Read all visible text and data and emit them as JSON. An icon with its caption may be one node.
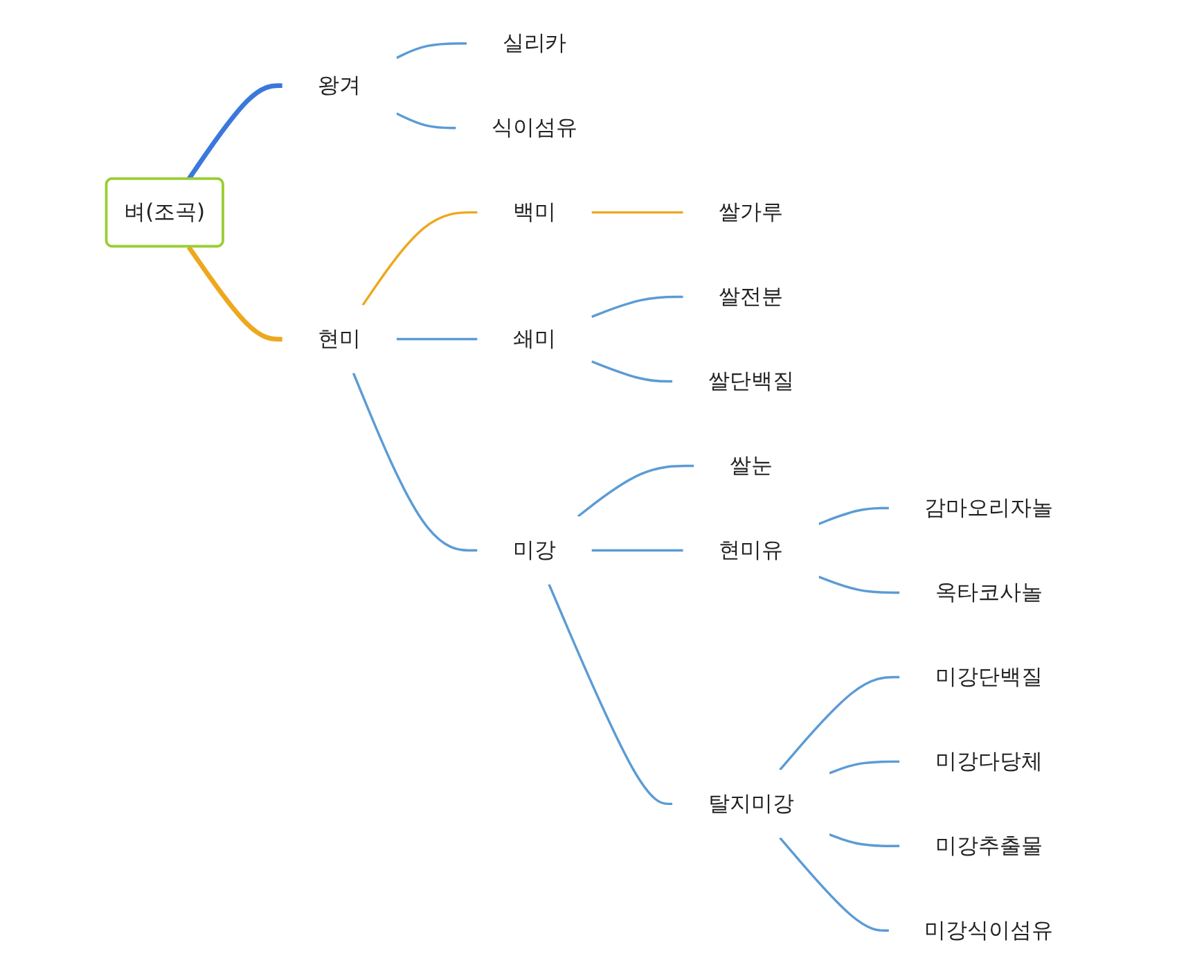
{
  "diagram": {
    "nodes": [
      {
        "text": [
          "벼(조곡)"
        ]
      },
      {
        "text": [
          "왕겨"
        ]
      },
      {
        "text": [
          "실리카"
        ]
      },
      {
        "text": [
          "식이섬유"
        ]
      },
      {
        "text": [
          "현미"
        ]
      },
      {
        "text": [
          "백미"
        ]
      },
      {
        "text": [
          "쌀가루"
        ]
      },
      {
        "text": [
          "쇄미"
        ]
      },
      {
        "text": [
          "쌀전분"
        ]
      },
      {
        "text": [
          "쌀단백질"
        ]
      },
      {
        "text": [
          "미강"
        ]
      },
      {
        "text": [
          "쌀눈"
        ]
      },
      {
        "text": [
          "현미유"
        ]
      },
      {
        "text": [
          "감마오리자놀"
        ]
      },
      {
        "text": [
          "옥타코사놀"
        ]
      },
      {
        "text": [
          "탈지미강"
        ]
      },
      {
        "text": [
          "미강단백질"
        ]
      },
      {
        "text": [
          "미강다당체"
        ]
      },
      {
        "text": [
          "미강추출물"
        ]
      },
      {
        "text": [
          "미강식이섬유"
        ]
      }
    ],
    "edges": [
      {
        "from": 0,
        "to": 1,
        "arrow": "none",
        "style": "thick",
        "color": "#3a78dc"
      },
      {
        "from": 1,
        "to": 2,
        "arrow": "none"
      },
      {
        "from": 1,
        "to": 3,
        "arrow": "none"
      },
      {
        "from": 0,
        "to": 4,
        "arrow": "none",
        "style": "thick",
        "color": "#eda81e"
      },
      {
        "from": 4,
        "to": 5,
        "arrow": "none",
        "color": "#eda81e"
      },
      {
        "from": 5,
        "to": 6,
        "arrow": "none",
        "color": "#eda81e"
      },
      {
        "from": 4,
        "to": 7,
        "arrow": "none"
      },
      {
        "from": 7,
        "to": 8,
        "arrow": "none"
      },
      {
        "from": 7,
        "to": 9,
        "arrow": "none"
      },
      {
        "from": 4,
        "to": 10,
        "arrow": "none"
      },
      {
        "from": 10,
        "to": 11,
        "arrow": "none"
      },
      {
        "from": 10,
        "to": 12,
        "arrow": "none"
      },
      {
        "from": 12,
        "to": 13,
        "arrow": "none"
      },
      {
        "from": 12,
        "to": 14,
        "arrow": "none"
      },
      {
        "from": 10,
        "to": 15,
        "arrow": "none"
      },
      {
        "from": 15,
        "to": 16,
        "arrow": "none"
      },
      {
        "from": 15,
        "to": 17,
        "arrow": "none"
      },
      {
        "from": 15,
        "to": 18,
        "arrow": "none"
      },
      {
        "from": 15,
        "to": 19,
        "arrow": "none"
      }
    ]
  }
}
